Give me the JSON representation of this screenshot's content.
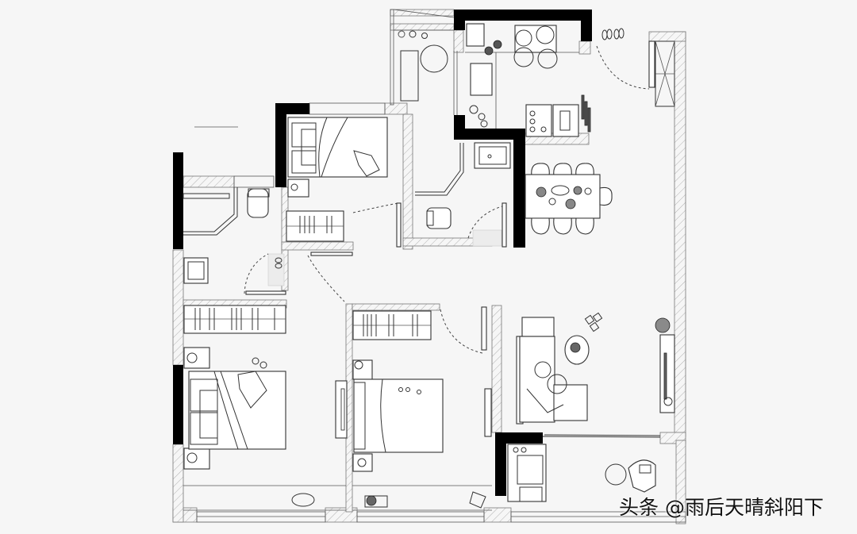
{
  "diagram": {
    "type": "architectural-floor-plan",
    "style": "hand-drawn furnished plan, black structural walls, hatched partition walls",
    "colors": {
      "background": "#f6f6f6",
      "structural_wall": "#000000",
      "line": "#333333",
      "hatch": "#999999"
    },
    "rooms": [
      {
        "id": "balcony-utility",
        "label": "Utility balcony (washing machine)"
      },
      {
        "id": "kitchen",
        "label": "Kitchen"
      },
      {
        "id": "entry",
        "label": "Entrance with shoe area"
      },
      {
        "id": "dining",
        "label": "Dining area (6 chairs + end seat)"
      },
      {
        "id": "second-bedroom",
        "label": "Second bedroom (top)"
      },
      {
        "id": "guest-bathroom",
        "label": "Bathroom"
      },
      {
        "id": "master-bathroom",
        "label": "Master bathroom"
      },
      {
        "id": "master-bedroom",
        "label": "Master bedroom"
      },
      {
        "id": "third-bedroom",
        "label": "Third bedroom"
      },
      {
        "id": "living-room",
        "label": "Living room"
      },
      {
        "id": "balcony-living",
        "label": "Living balcony"
      }
    ]
  },
  "watermark": {
    "text": "头条 @雨后天晴斜阳下"
  }
}
